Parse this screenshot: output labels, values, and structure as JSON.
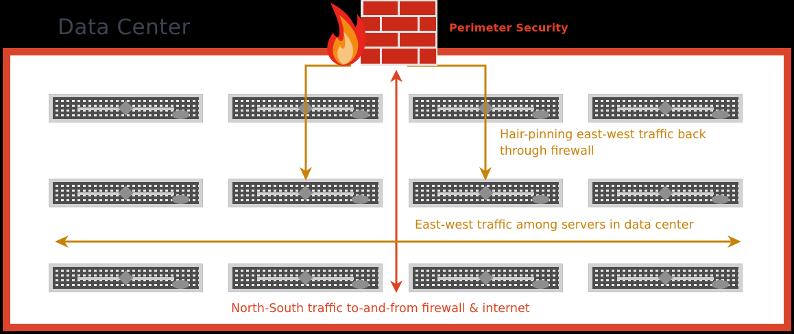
{
  "header": {
    "datacenter_title": "Data Center",
    "perimeter_title": "Perimeter Security"
  },
  "icons": {
    "firewall": "firewall-brick-wall-flame-icon",
    "flame": "flame-icon",
    "brick_wall": "brick-wall-icon"
  },
  "labels": {
    "hairpin": "Hair-pinning east-west traffic back through firewall",
    "hairpin_line1": "Hair-pinning east-west traffic back",
    "hairpin_line2": "through firewall",
    "east_west": "East-west traffic among servers in data center",
    "north_south": "North-South traffic to-and-from firewall & internet"
  },
  "colors": {
    "frame": "#d9452a",
    "header_background": "#000000",
    "datacenter_title": "#3c4450",
    "perimeter_title": "#e2401f",
    "hairpin_arrow": "#c8820a",
    "east_west_arrow": "#c8820a",
    "north_south_arrow": "#dd4422",
    "server_body": "#d2d2d2",
    "server_grid": "#4d4d4d",
    "brick": "#cc2a18",
    "flame_outer": "#e8261c",
    "flame_mid": "#f58b12",
    "flame_inner": "#f7c580"
  },
  "servers": {
    "name": "server-rack-unit",
    "rows": 3,
    "columns": 4,
    "count": 12,
    "items": [
      {
        "id": "server-r1-c1",
        "row": 1,
        "col": 1
      },
      {
        "id": "server-r1-c2",
        "row": 1,
        "col": 2
      },
      {
        "id": "server-r1-c3",
        "row": 1,
        "col": 3
      },
      {
        "id": "server-r1-c4",
        "row": 1,
        "col": 4
      },
      {
        "id": "server-r2-c1",
        "row": 2,
        "col": 1
      },
      {
        "id": "server-r2-c2",
        "row": 2,
        "col": 2
      },
      {
        "id": "server-r2-c3",
        "row": 2,
        "col": 3
      },
      {
        "id": "server-r2-c4",
        "row": 2,
        "col": 4
      },
      {
        "id": "server-r3-c1",
        "row": 3,
        "col": 1
      },
      {
        "id": "server-r3-c2",
        "row": 3,
        "col": 2
      },
      {
        "id": "server-r3-c3",
        "row": 3,
        "col": 3
      },
      {
        "id": "server-r3-c4",
        "row": 3,
        "col": 4
      }
    ]
  },
  "flows": [
    {
      "id": "hairpin-left",
      "type": "hairpin",
      "color": "#c8820a",
      "direction": "down",
      "arrowheads": 1
    },
    {
      "id": "hairpin-right",
      "type": "hairpin",
      "color": "#c8820a",
      "direction": "down",
      "arrowheads": 1
    },
    {
      "id": "north-south",
      "type": "vertical",
      "color": "#dd4422",
      "direction": "both",
      "arrowheads": 2
    },
    {
      "id": "east-west",
      "type": "horizontal",
      "color": "#c8820a",
      "direction": "both",
      "arrowheads": 2
    }
  ]
}
